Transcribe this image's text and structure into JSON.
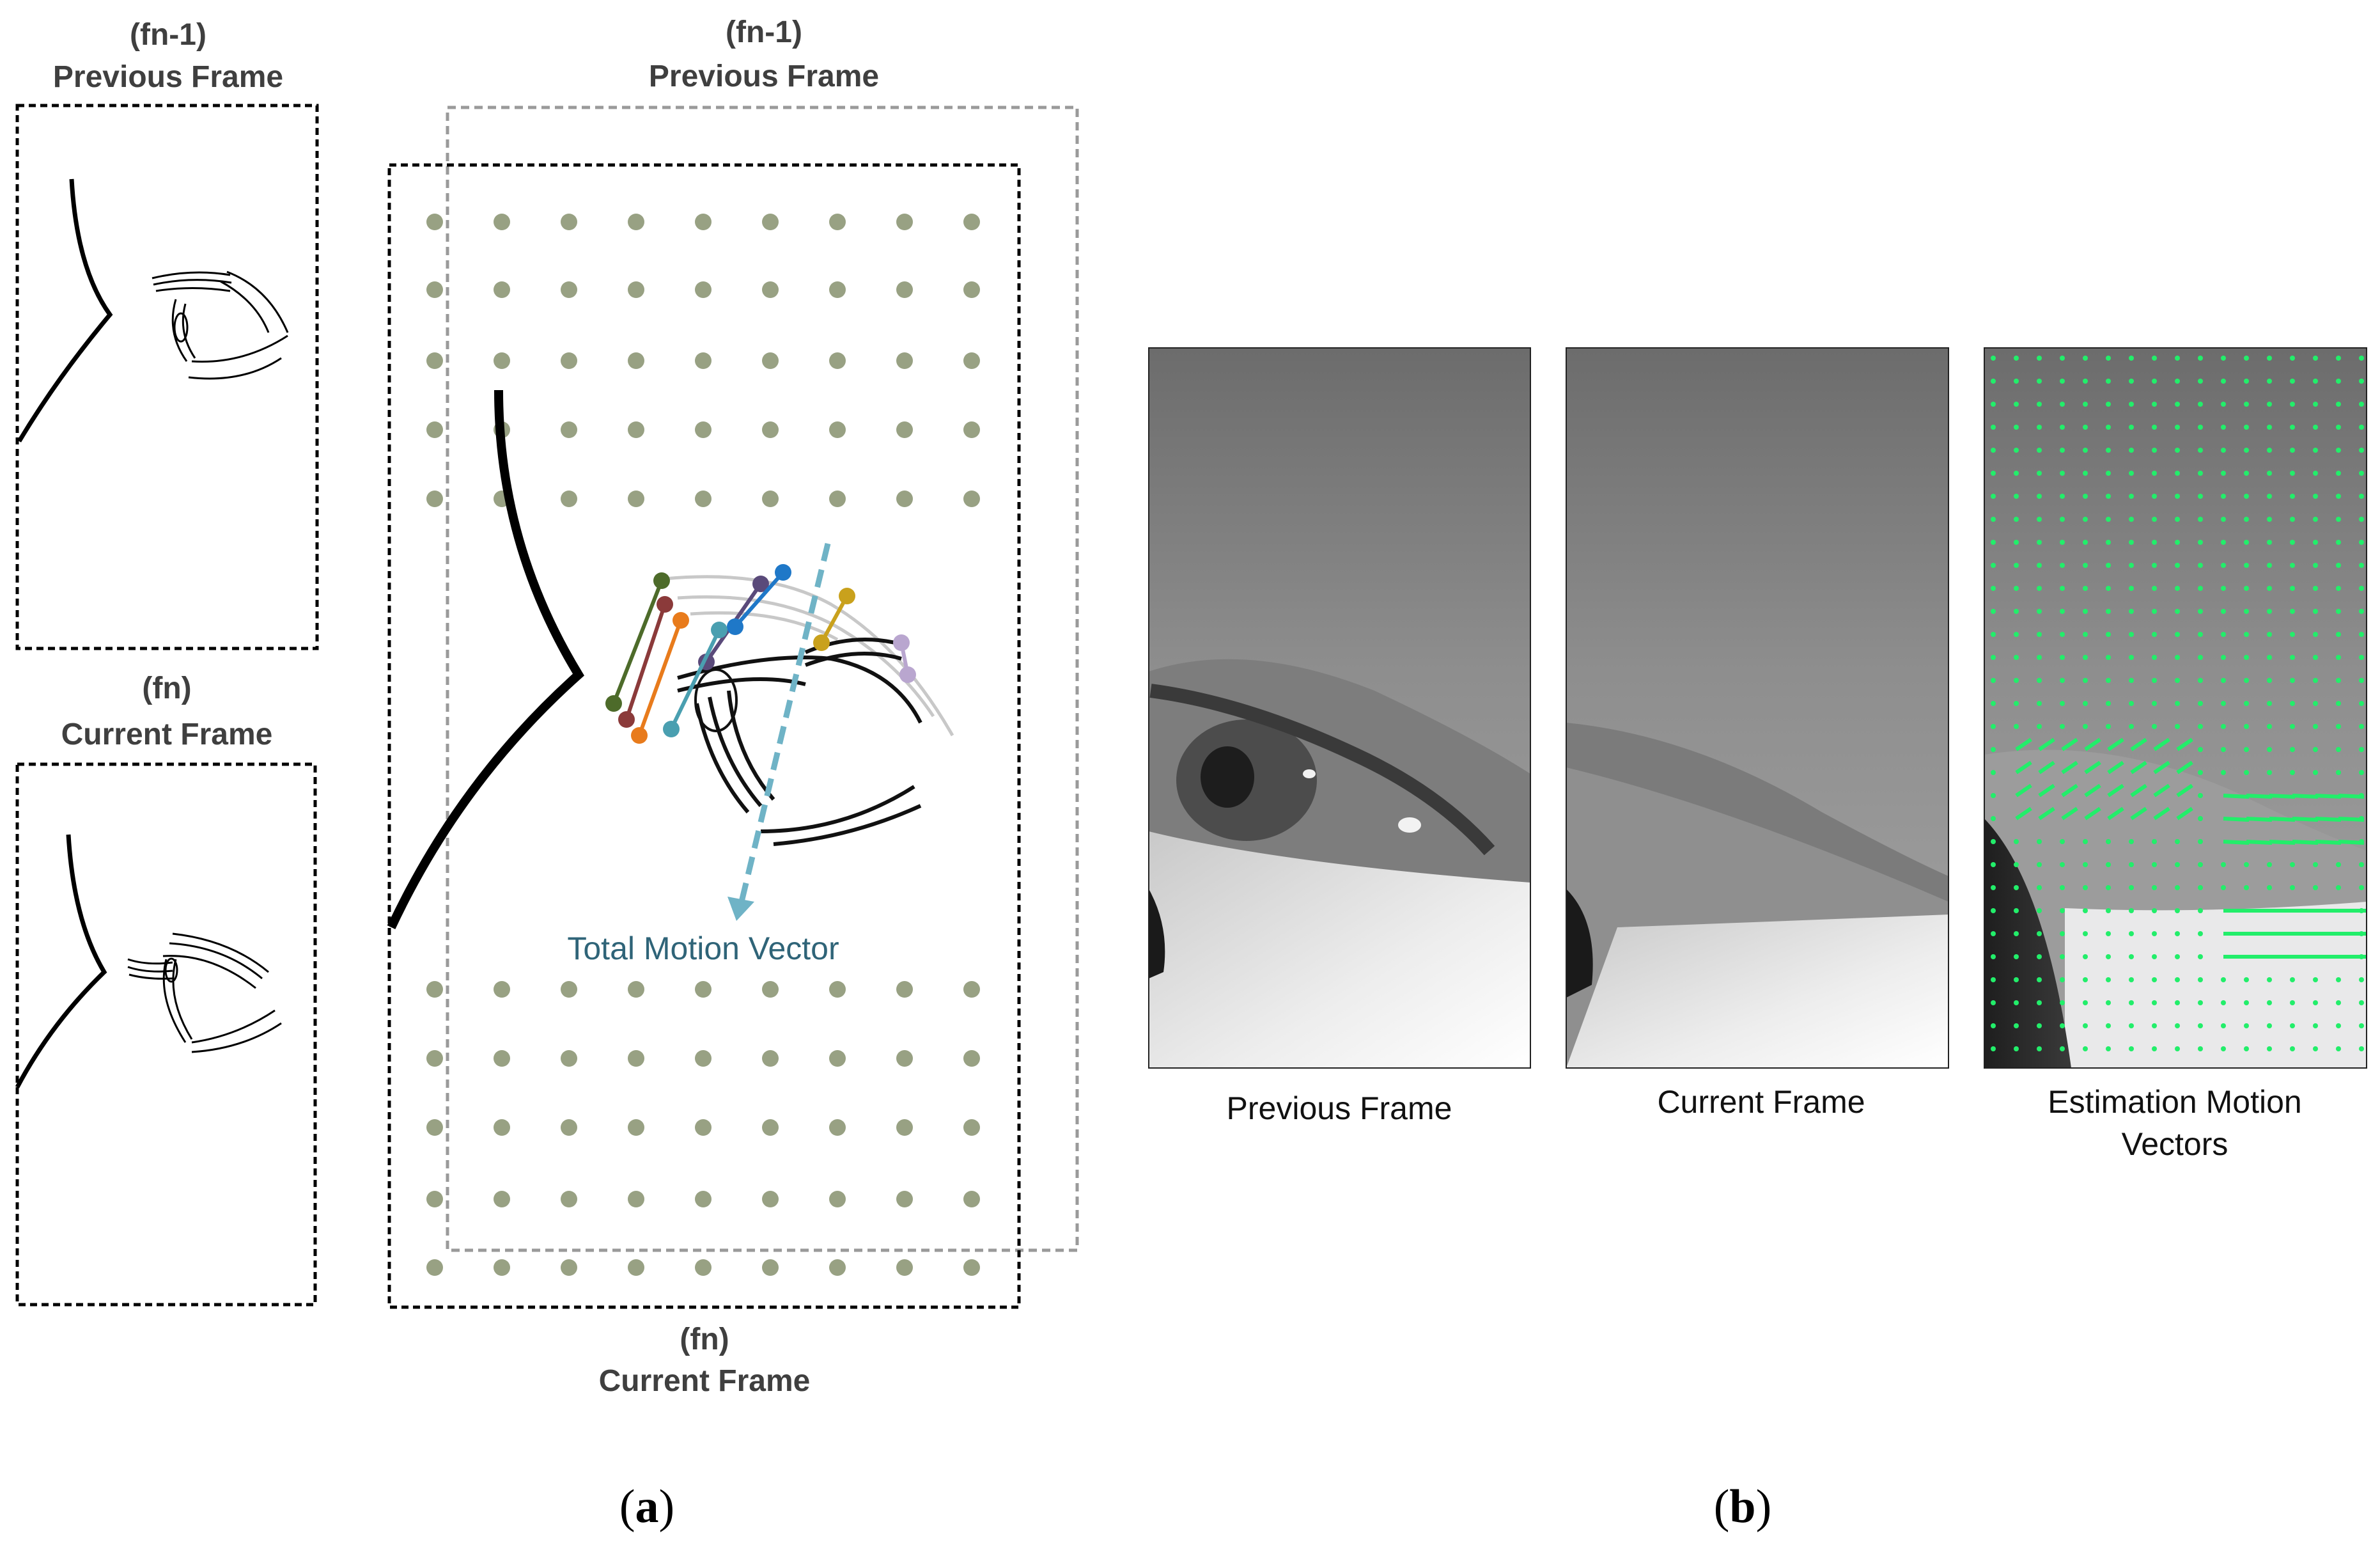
{
  "panel_a": {
    "small_prev": {
      "index": "(fn-1)",
      "title": "Previous Frame"
    },
    "small_curr": {
      "index": "(fn)",
      "title": "Current Frame"
    },
    "big_prev": {
      "index": "(fn-1)",
      "title": "Previous Frame"
    },
    "big_curr": {
      "index": "(fn)",
      "title": "Current Frame"
    },
    "motion_label": "Total Motion Vector",
    "letter_open": "(",
    "letter": "a",
    "letter_close": ")"
  },
  "panel_b": {
    "prev_caption": "Previous Frame",
    "curr_caption": "Current Frame",
    "est_caption_line1": "Estimation Motion",
    "est_caption_line2": "Vectors",
    "letter_open": "(",
    "letter": "b",
    "letter_close": ")"
  },
  "colors": {
    "dots": "#98a183",
    "motion_arrow": "#6fb3c6",
    "motion_label": "#2f6478",
    "vector_green": "#22ee6a",
    "prev_frame_border": "#9a9a9a",
    "curr_frame_border": "#000000"
  },
  "feature_track_colors": [
    "#4d6b2a",
    "#8b3a3a",
    "#e87b1c",
    "#5a4a7a",
    "#1f78c8",
    "#c9a11c",
    "#b9a6cf",
    "#4a9fb0"
  ]
}
